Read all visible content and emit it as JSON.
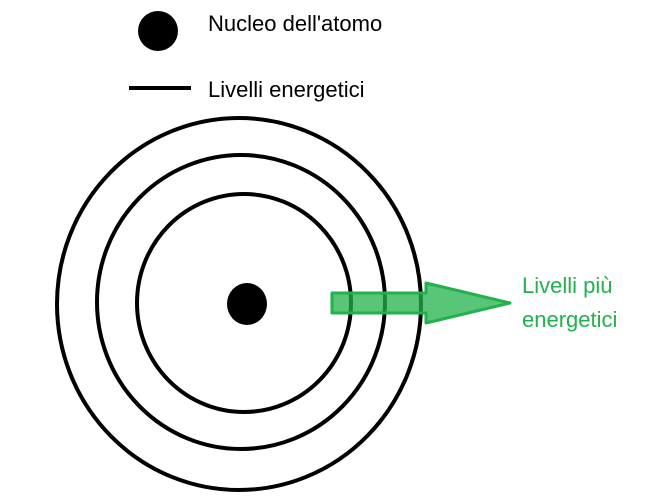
{
  "legend": {
    "nucleus_label": "Nucleo dell'atomo",
    "levels_label": "Livelli energetici"
  },
  "arrow_label": {
    "line1": "Livelli più",
    "line2": "energetici"
  },
  "colors": {
    "ink": "#000000",
    "arrow_stroke": "#22b14c",
    "arrow_fill": "#55c57a"
  },
  "energy_level_count": 3
}
